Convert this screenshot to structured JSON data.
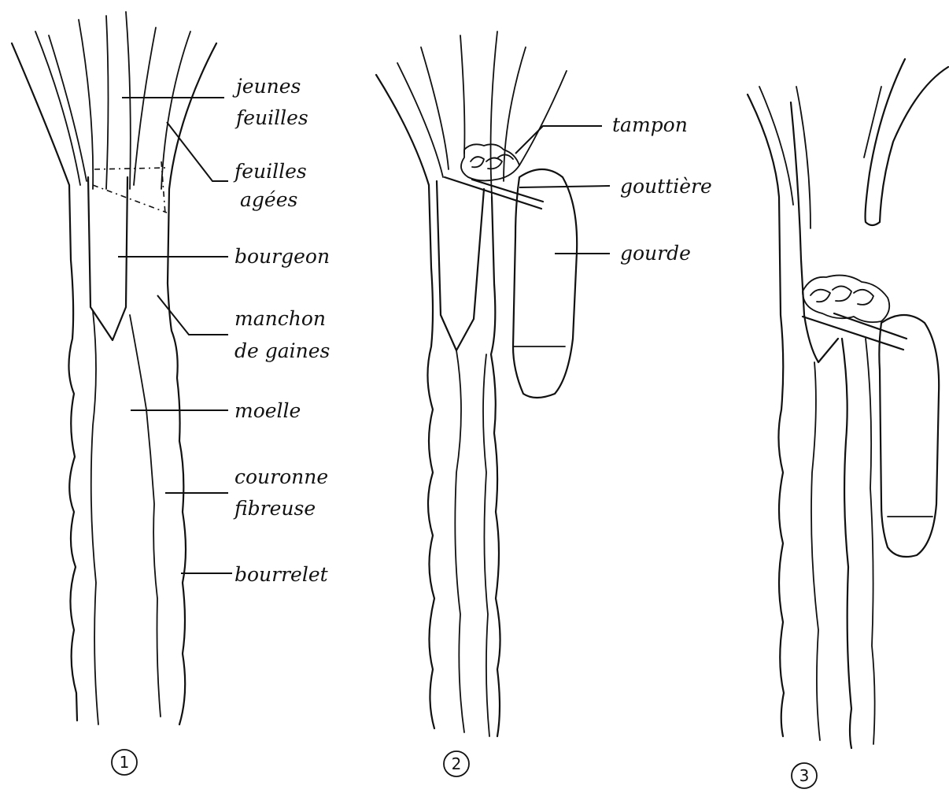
{
  "labels": {
    "jeunes_feuilles_1": "jeunes",
    "jeunes_feuilles_2": "feuilles",
    "feuilles_agees_1": "feuilles",
    "feuilles_agees_2": "agées",
    "bourgeon": "bourgeon",
    "manchon_1": "manchon",
    "manchon_2": "de gaines",
    "moelle": "moelle",
    "couronne_1": "couronne",
    "couronne_2": "fibreuse",
    "bourrelet": "bourrelet",
    "tampon": "tampon",
    "gouttiere": "gouttière",
    "gourde": "gourde"
  },
  "panels": {
    "panel_1": "1",
    "panel_2": "2",
    "panel_3": "3"
  }
}
